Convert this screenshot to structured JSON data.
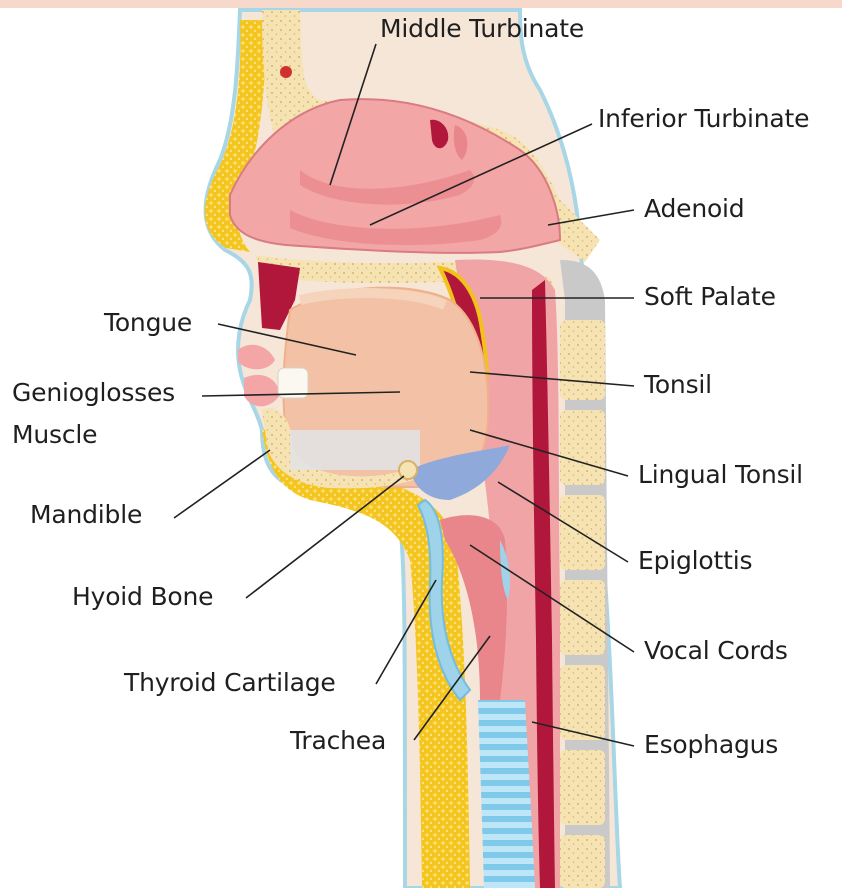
{
  "labels": {
    "middle_turbinate": "Middle Turbinate",
    "inferior_turbinate": "Inferior Turbinate",
    "adenoid": "Adenoid",
    "soft_palate": "Soft Palate",
    "tongue": "Tongue",
    "geniogloss_line1": "Genioglosses",
    "geniogloss_line2": "Muscle",
    "tonsil": "Tonsil",
    "lingual_tonsil": "Lingual Tonsil",
    "mandible": "Mandible",
    "epiglottis": "Epiglottis",
    "hyoid_bone": "Hyoid Bone",
    "vocal_cords": "Vocal Cords",
    "thyroid_cartilage": "Thyroid Cartilage",
    "trachea": "Trachea",
    "esophagus": "Esophagus"
  },
  "colors": {
    "bone": "#f6e3b4",
    "fat": "#f2c21a",
    "mucosa": "#f1a4a6",
    "deep_pink": "#e8868c",
    "tongue": "#f3c2a6",
    "cartilage_blue": "#9fd3ea",
    "vessel_red": "#b0173a",
    "skin": "#f7c2b0"
  }
}
